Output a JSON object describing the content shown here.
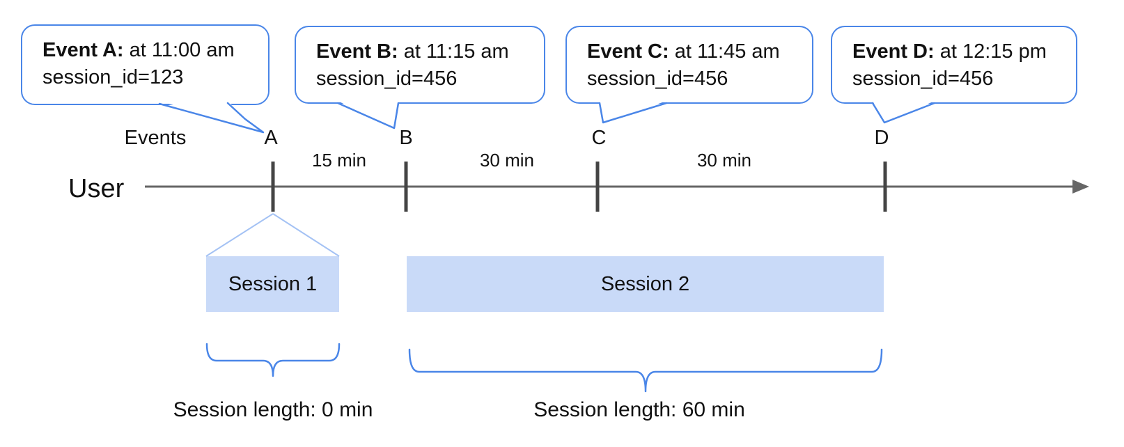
{
  "callouts": [
    {
      "event": "Event A:",
      "time": "at 11:00 am",
      "session": "session_id=123"
    },
    {
      "event": "Event B:",
      "time": "at 11:15 am",
      "session": "session_id=456"
    },
    {
      "event": "Event C:",
      "time": "at 11:45 am",
      "session": "session_id=456"
    },
    {
      "event": "Event D:",
      "time": "at 12:15 pm",
      "session": "session_id=456"
    }
  ],
  "timeline": {
    "events_label": "Events",
    "row_label": "User",
    "markers": [
      "A",
      "B",
      "C",
      "D"
    ],
    "intervals": [
      "15 min",
      "30 min",
      "30 min"
    ]
  },
  "sessions": [
    {
      "label": "Session 1",
      "length": "Session length: 0 min"
    },
    {
      "label": "Session 2",
      "length": "Session length: 60 min"
    }
  ],
  "colors": {
    "accent": "#4a86e8",
    "bar-fill": "#c9daf8",
    "funnel": "#a4c2f4",
    "line-gray": "#666666",
    "tick-gray": "#444444",
    "text": "#111111"
  }
}
